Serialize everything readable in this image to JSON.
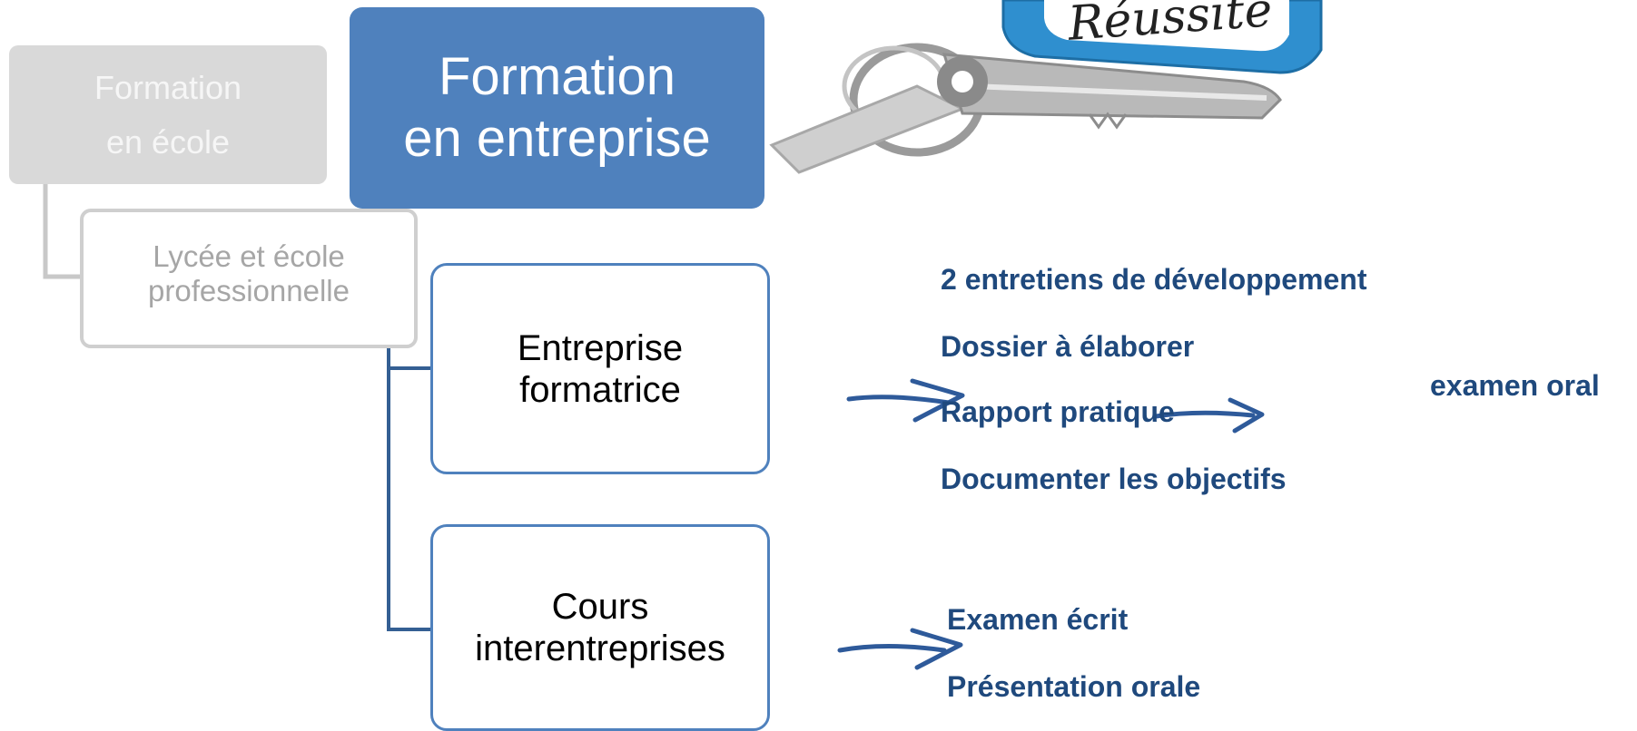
{
  "nodes": {
    "school": {
      "line1": "Formation",
      "line2": "en école"
    },
    "lycee": {
      "line1": "Lycée et école",
      "line2": "professionnelle"
    },
    "company": {
      "line1": "Formation",
      "line2": "en entreprise"
    },
    "employer": {
      "line1": "Entreprise",
      "line2": "formatrice"
    },
    "courses": {
      "line1": "Cours",
      "line2": "interentreprises"
    }
  },
  "employer_items": [
    "2 entretiens de développement",
    "Dossier à élaborer",
    "Rapport pratique",
    "Documenter les objectifs"
  ],
  "report_result": "examen oral",
  "course_items": [
    "Examen écrit",
    "Présentation orale"
  ],
  "image": {
    "keytag_text": "Réussite"
  },
  "colors": {
    "accent": "#4f81bd",
    "text_blue": "#1f497d",
    "inactive_fill": "#d9d9d9",
    "inactive_text": "#a6a6a6",
    "pen_arrow": "#2e5a9a"
  }
}
